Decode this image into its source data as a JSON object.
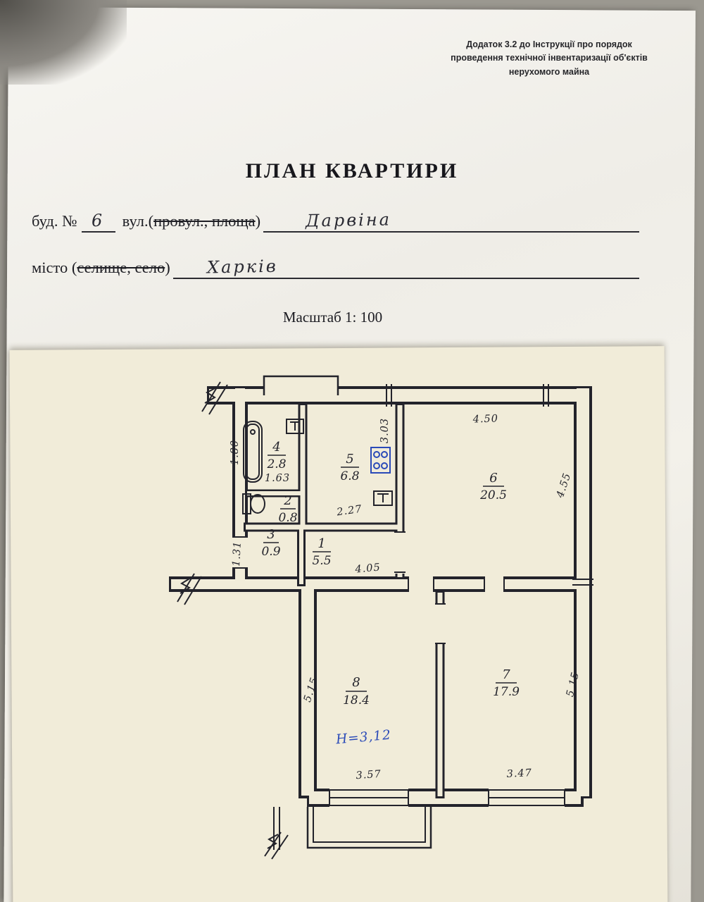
{
  "colors": {
    "ink": "#23232b",
    "accent_blue": "#2a4ab8",
    "paper_white": "#f2f0e9",
    "paper_cream": "#f1ecd9"
  },
  "header": {
    "note_lines": [
      "Додаток 3.2 до Інструкції про порядок",
      "проведення технічної інвентаризації об'єктів",
      "нерухомого майна"
    ],
    "title": "ПЛАН КВАРТИРИ"
  },
  "form": {
    "building_label": "буд. №",
    "building_number": "6",
    "street_prefix": "вул.(",
    "street_struck": "провул., площа",
    "street_suffix": ")",
    "street_value": "Дарвіна",
    "city_prefix": "місто (",
    "city_struck": "селище, село",
    "city_suffix": ")",
    "city_value": "Харків",
    "scale_label": "Масштаб 1: 100"
  },
  "plan": {
    "rooms": {
      "r1": {
        "num": "1",
        "area": "5.5"
      },
      "r2": {
        "num": "2",
        "area": "0.8"
      },
      "r3": {
        "num": "3",
        "area": "0.9"
      },
      "r4": {
        "num": "4",
        "area": "2.8"
      },
      "r5": {
        "num": "5",
        "area": "6.8"
      },
      "r6": {
        "num": "6",
        "area": "20.5"
      },
      "r7": {
        "num": "7",
        "area": "17.9"
      },
      "r8": {
        "num": "8",
        "area": "18.4"
      }
    },
    "dims": {
      "bath_len": "1.80",
      "bath_width": "1.63",
      "kitchen_depth": "3.03",
      "kitchen_width": "2.27",
      "room6_width": "4.50",
      "room6_depth": "4.55",
      "hall_width": "4.05",
      "hall_depth": "1.31",
      "room8_depth": "5.15",
      "room8_width": "3.57",
      "room7_depth": "5.15",
      "room7_width": "3.47"
    },
    "height_note": "Н=3,12"
  }
}
